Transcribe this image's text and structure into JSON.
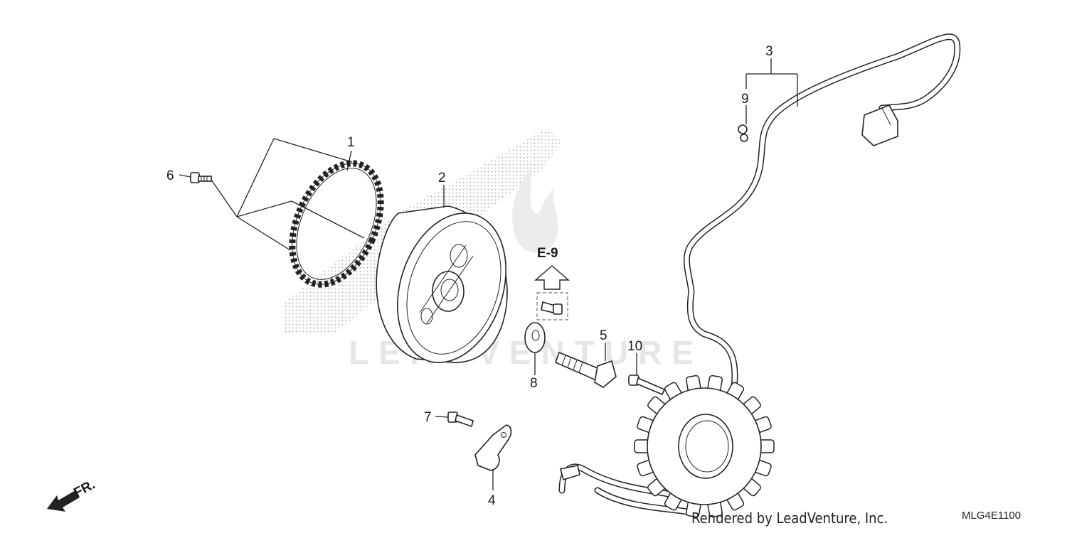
{
  "watermark": {
    "text": "LEADVENTURE"
  },
  "callouts": [
    {
      "id": "1",
      "label": "1"
    },
    {
      "id": "2",
      "label": "2"
    },
    {
      "id": "3",
      "label": "3"
    },
    {
      "id": "4",
      "label": "4"
    },
    {
      "id": "5",
      "label": "5"
    },
    {
      "id": "6",
      "label": "6"
    },
    {
      "id": "7",
      "label": "7"
    },
    {
      "id": "8",
      "label": "8"
    },
    {
      "id": "9",
      "label": "9"
    },
    {
      "id": "10",
      "label": "10"
    }
  ],
  "reference": {
    "label": "E-9"
  },
  "direction": {
    "label": "FR."
  },
  "footer": {
    "credit": "Rendered by LeadVenture, Inc.",
    "diagram_code": "MLG4E1100"
  }
}
